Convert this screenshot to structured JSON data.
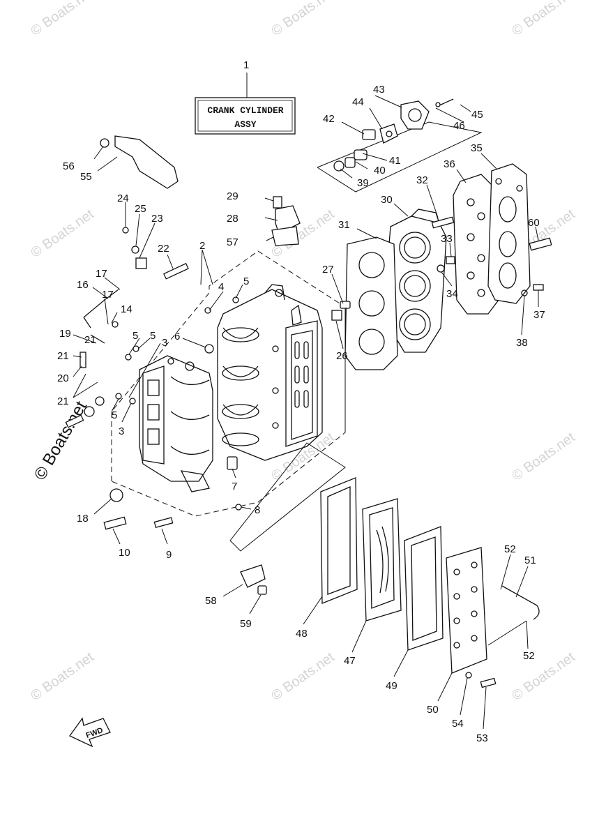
{
  "watermark": {
    "text": "© Boats.net"
  },
  "title_box": {
    "line1": "CRANK CYLINDER",
    "line2": "ASSY"
  },
  "fwd_label": "FWD",
  "callouts": {
    "c1": "1",
    "c2": "2",
    "c3a": "3",
    "c3b": "3",
    "c4": "4",
    "c5a": "5",
    "c5b": "5",
    "c5c": "5",
    "c5d": "5",
    "c6": "6",
    "c7": "7",
    "c8": "8",
    "c9": "9",
    "c10": "10",
    "c14": "14",
    "c16": "16",
    "c17a": "17",
    "c17b": "17",
    "c18": "18",
    "c19": "19",
    "c20": "20",
    "c21a": "21",
    "c21b": "21",
    "c21c": "21",
    "c22": "22",
    "c23": "23",
    "c24": "24",
    "c25": "25",
    "c26": "26",
    "c27": "27",
    "c28": "28",
    "c29": "29",
    "c30": "30",
    "c31": "31",
    "c32": "32",
    "c33": "33",
    "c34": "34",
    "c35": "35",
    "c36": "36",
    "c37": "37",
    "c38": "38",
    "c39": "39",
    "c40": "40",
    "c41": "41",
    "c42": "42",
    "c43": "43",
    "c44": "44",
    "c45": "45",
    "c46": "46",
    "c47": "47",
    "c48": "48",
    "c49": "49",
    "c50": "50",
    "c51": "51",
    "c52a": "52",
    "c52b": "52",
    "c53": "53",
    "c54": "54",
    "c55": "55",
    "c56": "56",
    "c57": "57",
    "c58": "58",
    "c59": "59",
    "c60": "60"
  }
}
